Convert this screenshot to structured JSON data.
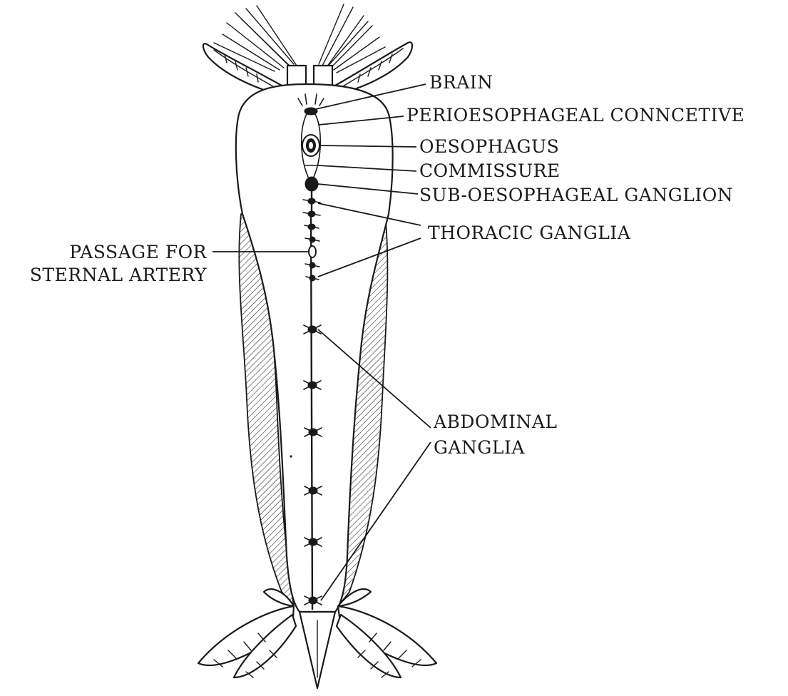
{
  "labels": {
    "brain": "BRAIN",
    "perioesophageal": "PERIOESOPHAGEAL  CONNCETIVE",
    "oesophagus": "OESOPHAGUS",
    "commissure": "COMMISSURE",
    "suboesophageal": "SUB-OESOPHAGEAL GANGLION",
    "thoracic": "THORACIC GANGLIA",
    "passage_line1": "PASSAGE FOR",
    "passage_line2": "STERNAL ARTERY",
    "abdominal_line1": "ABDOMINAL",
    "abdominal_line2": "GANGLIA"
  },
  "colors": {
    "ink": "#1a1a1a",
    "background": "#ffffff"
  }
}
